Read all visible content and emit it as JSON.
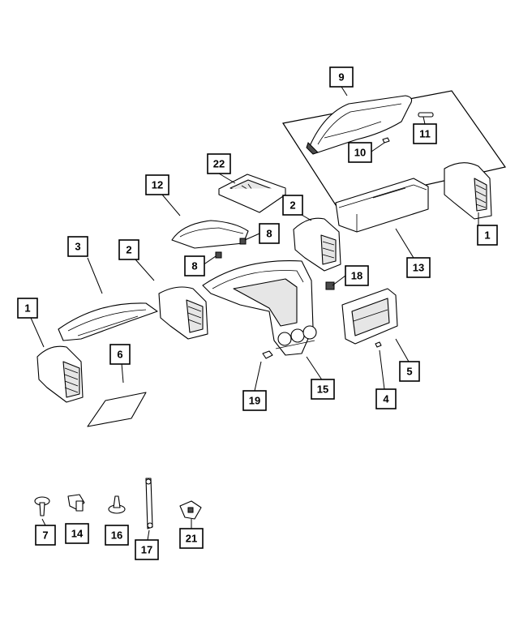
{
  "callouts": {
    "c1a": "1",
    "c1b": "1",
    "c2a": "2",
    "c2b": "2",
    "c3": "3",
    "c4": "4",
    "c5": "5",
    "c6": "6",
    "c7": "7",
    "c8a": "8",
    "c8b": "8",
    "c9": "9",
    "c10": "10",
    "c11": "11",
    "c12": "12",
    "c13": "13",
    "c14": "14",
    "c15": "15",
    "c16": "16",
    "c17": "17",
    "c18": "18",
    "c19": "19",
    "c21": "21",
    "c22": "22"
  },
  "colors": {
    "line": "#000000",
    "background": "#ffffff",
    "shade": "#e6e6e6"
  }
}
